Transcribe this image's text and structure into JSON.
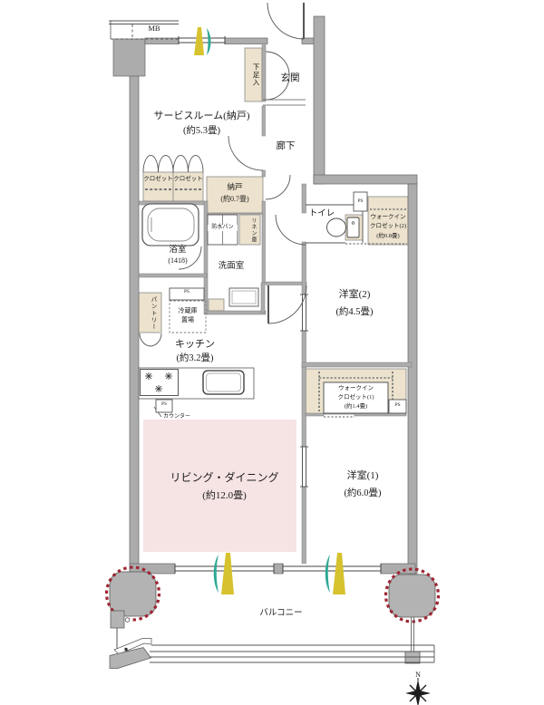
{
  "colors": {
    "wall_gray": "#acacac",
    "beige": "#ece2cd",
    "pink": "#f6e3e3",
    "accent_red": "#9e2633",
    "vent_yellow": "#d6c22e",
    "vent_teal": "#2fa893",
    "line_dark": "#444444"
  },
  "labels": {
    "mb": "MB",
    "genkan": "玄関",
    "shoe_cabinet": "下足入",
    "service_room": {
      "name": "サービスルーム(納戸)",
      "size": "(約5.3畳)"
    },
    "hallway": "廊下",
    "closet": "クロゼット",
    "nando": {
      "name": "納戸",
      "size": "(約0.7畳)"
    },
    "toilet": "トイレ",
    "ps": "PS",
    "wic2": {
      "line1": "ウォークイン",
      "line2": "クロゼット(2)",
      "size": "(約0.8畳)"
    },
    "bathroom": {
      "name": "浴室",
      "size": "(1418)"
    },
    "waterproof_pan": "防水パン",
    "linen_cabinet": "リネン庫",
    "washroom": "洗面室",
    "bedroom2": {
      "name": "洋室(2)",
      "size": "(約4.5畳)"
    },
    "pantry": "パントリー",
    "fridge": {
      "line1": "冷蔵庫",
      "line2": "置場"
    },
    "kitchen": {
      "name": "キッチン",
      "size": "(約3.2畳)"
    },
    "counter": "カウンター",
    "wic1": {
      "line1": "ウォークイン",
      "line2": "クロゼット(1)",
      "size": "(約1.4畳)"
    },
    "living_dining": {
      "name": "リビング・ダイニング",
      "size": "(約12.0畳)"
    },
    "bedroom1": {
      "name": "洋室(1)",
      "size": "(約6.0畳)"
    },
    "balcony": "バルコニー",
    "compass_north": "N"
  }
}
